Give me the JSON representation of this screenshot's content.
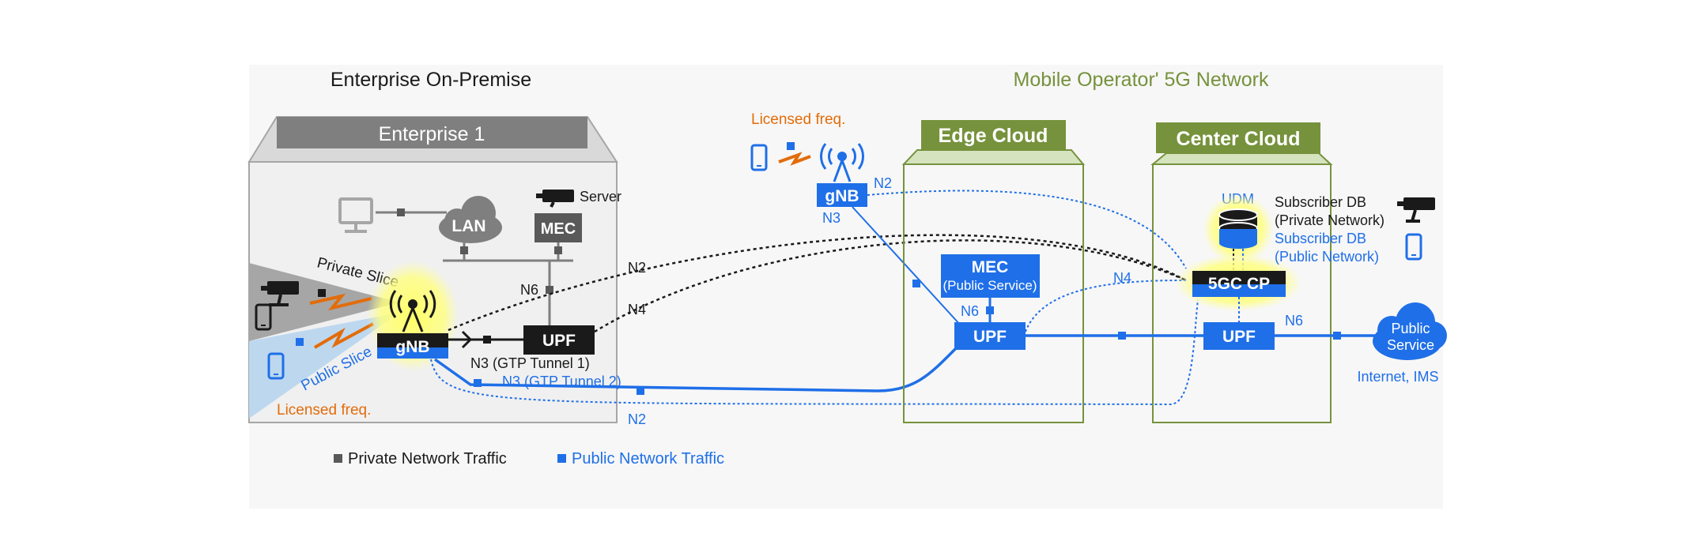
{
  "titles": {
    "enterprise": "Enterprise On-Premise",
    "operator": "Mobile Operator' 5G Network"
  },
  "enterprise": {
    "name": "Enterprise 1",
    "server_label": "Server",
    "lan": "LAN",
    "mec": "MEC",
    "upf": "UPF",
    "gnb": "gNB",
    "private_slice": "Private Slice",
    "public_slice": "Public Slice",
    "licensed_freq": "Licensed freq."
  },
  "links": {
    "n6_local": "N6",
    "n2_top": "N2",
    "n4_top": "N4",
    "n3_tunnel1": "N3 (GTP Tunnel 1)",
    "n3_tunnel2": "N3 (GTP Tunnel 2)",
    "n2_bottom": "N2",
    "remote_n2": "N2",
    "remote_n3": "N3",
    "edge_n4": "N4",
    "edge_n6": "N6",
    "center_n6": "N6"
  },
  "remote_site": {
    "licensed_freq": "Licensed freq.",
    "gnb": "gNB"
  },
  "edge_cloud": {
    "title": "Edge Cloud",
    "mec_title": "MEC",
    "mec_sub": "(Public Service)",
    "upf": "UPF"
  },
  "center_cloud": {
    "title": "Center Cloud",
    "udm": "UDM",
    "cp": "5GC CP",
    "upf": "UPF",
    "subscriber_private_1": "Subscriber DB",
    "subscriber_private_2": "(Private Network)",
    "subscriber_public_1": "Subscriber DB",
    "subscriber_public_2": "(Public Network)"
  },
  "public_service": {
    "cloud_line1": "Public",
    "cloud_line2": "Service",
    "caption": "Internet, IMS"
  },
  "legend": {
    "private": "Private Network Traffic",
    "public": "Public Network Traffic"
  },
  "colors": {
    "blue": "#1f6fe8",
    "green": "#76923c",
    "orange": "#e36c0a",
    "dark": "#1a1a1a",
    "gray": "#7f7f7f"
  }
}
